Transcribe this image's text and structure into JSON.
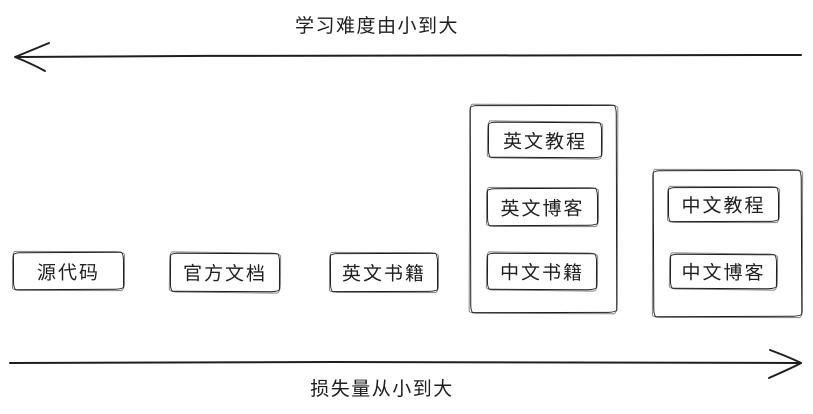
{
  "canvas": {
    "background": "#ffffff",
    "ink_color": "#1e1e1e"
  },
  "top_axis": {
    "label": "学习难度由小到大",
    "direction": "left",
    "icon": "arrow-left-icon"
  },
  "bottom_axis": {
    "label": "损失量从小到大",
    "direction": "right",
    "icon": "arrow-right-icon"
  },
  "boxes": [
    {
      "id": "source-code",
      "label": "源代码"
    },
    {
      "id": "official-docs",
      "label": "官方文档"
    },
    {
      "id": "english-books",
      "label": "英文书籍"
    }
  ],
  "groups": [
    {
      "id": "english-group",
      "items": [
        {
          "id": "english-tutorials",
          "label": "英文教程"
        },
        {
          "id": "english-blogs",
          "label": "英文博客"
        },
        {
          "id": "chinese-books",
          "label": "中文书籍"
        }
      ]
    },
    {
      "id": "chinese-group",
      "items": [
        {
          "id": "chinese-tutorials",
          "label": "中文教程"
        },
        {
          "id": "chinese-blogs",
          "label": "中文博客"
        }
      ]
    }
  ]
}
